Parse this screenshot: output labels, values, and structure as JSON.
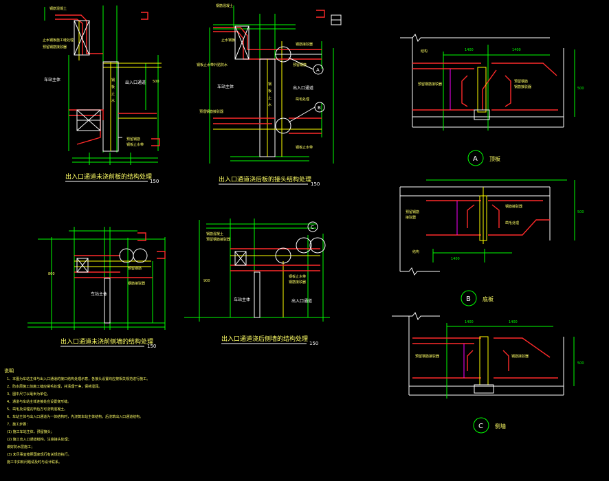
{
  "drawing": {
    "views": {
      "v1": {
        "title": "出入口通道未浇前板的结构处理",
        "scale": "150",
        "label_left": "车站主体",
        "label_right": "出入口通道"
      },
      "v2": {
        "title": "出入口通道浇后板的接头结构处理",
        "scale": "150",
        "label_left": "车站主体",
        "label_right": "出入口通道"
      },
      "v3": {
        "title": "出入口通道未浇前侧墙的结构处理",
        "scale": "150",
        "label_left": "车站主体"
      },
      "v4": {
        "title": "出入口通道浇后侧墙的结构处理",
        "scale": "150",
        "label_left": "车站主体",
        "label_right": "出入口通道"
      }
    },
    "details": {
      "A": {
        "mark": "A",
        "caption": "顶板"
      },
      "B": {
        "mark": "B",
        "caption": "底板"
      },
      "C": {
        "mark": "C",
        "caption": "侧墙"
      }
    },
    "notes": {
      "heading": "说明",
      "lines": [
        "1、本图为车站主体与出入口通道的接口结构处理示意，各接头设置均应按相关规范进行施工。",
        "2、防水层施工前施工缝应凿毛处理，并清理干净，保持湿润。",
        "3、图中尺寸以毫米为单位。",
        "4、通道与车站主体连接处应设置变形缝。",
        "5、凿毛及清理完毕后方可浇筑混凝土。",
        "6、车站主体与出入口通道为一体结构时，先浇筑车站主体结构，后浇筑出入口通道结构。",
        "7、施工步骤：",
        "(1) 施工车站主体，预留接头；",
        "(2) 施工出入口通道结构，注意接头处理；",
        "    做好防水层施工；",
        "(3) 未尽事宜按照国家现行有关规范执行。",
        "    施工中如有问题请及时与设计联系。"
      ]
    }
  }
}
